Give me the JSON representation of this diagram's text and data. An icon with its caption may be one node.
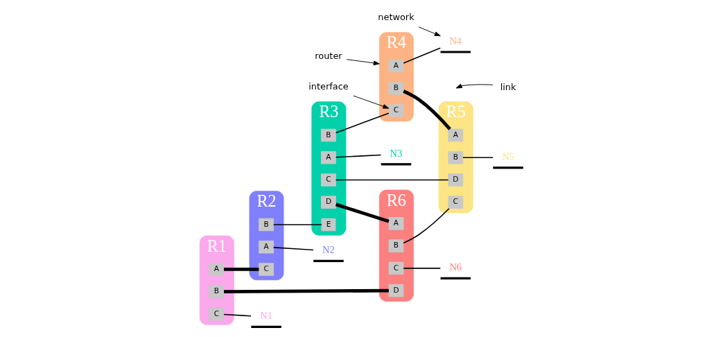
{
  "diagram": {
    "nodes": [
      {
        "text": [
          "R1"
        ]
      },
      {
        "text": [
          "A"
        ],
        "in": 0
      },
      {
        "text": [
          "B"
        ],
        "in": 0
      },
      {
        "text": [
          "C"
        ],
        "in": 0
      },
      {
        "text": [
          "R2"
        ]
      },
      {
        "text": [
          "A"
        ],
        "in": 4
      },
      {
        "text": [
          "B"
        ],
        "in": 4
      },
      {
        "text": [
          "C"
        ],
        "in": 4
      },
      {
        "text": [
          "R3"
        ]
      },
      {
        "text": [
          "A"
        ],
        "in": 8
      },
      {
        "text": [
          "B"
        ],
        "in": 8
      },
      {
        "text": [
          "C"
        ],
        "in": 8
      },
      {
        "text": [
          "D"
        ],
        "in": 8
      },
      {
        "text": [
          "E"
        ],
        "in": 8
      },
      {
        "text": [
          "R4"
        ]
      },
      {
        "text": [
          "A"
        ],
        "in": 14
      },
      {
        "text": [
          "B"
        ],
        "in": 14
      },
      {
        "text": [
          "C"
        ],
        "in": 14
      },
      {
        "text": [
          "R5"
        ]
      },
      {
        "text": [
          "A"
        ],
        "in": 18
      },
      {
        "text": [
          "B"
        ],
        "in": 18
      },
      {
        "text": [
          "C"
        ],
        "in": 18
      },
      {
        "text": [
          "D"
        ],
        "in": 18
      },
      {
        "text": [
          "R6"
        ]
      },
      {
        "text": [
          "A"
        ],
        "in": 23
      },
      {
        "text": [
          "B"
        ],
        "in": 23
      },
      {
        "text": [
          "C"
        ],
        "in": 23
      },
      {
        "text": [
          "D"
        ],
        "in": 23
      },
      {
        "text": [
          "N1"
        ]
      },
      {
        "text": [
          "N2"
        ]
      },
      {
        "text": [
          "N3"
        ]
      },
      {
        "text": [
          "N4"
        ]
      },
      {
        "text": [
          "N5"
        ]
      },
      {
        "text": [
          "N6"
        ]
      },
      {
        "text": [
          "interface"
        ]
      },
      {
        "text": [
          "router"
        ]
      },
      {
        "text": [
          "network"
        ]
      },
      {
        "text": [
          "link"
        ]
      }
    ],
    "edges": [
      {
        "from": 1,
        "to": 7,
        "arrow": "none",
        "style": "thick"
      },
      {
        "from": 2,
        "to": 27,
        "arrow": "none",
        "style": "thick"
      },
      {
        "from": 3,
        "to": 28,
        "arrow": "none"
      },
      {
        "from": 5,
        "to": 29,
        "arrow": "none"
      },
      {
        "from": 6,
        "to": 13,
        "arrow": "none"
      },
      {
        "from": 9,
        "to": 30,
        "arrow": "none"
      },
      {
        "from": 10,
        "to": 17,
        "arrow": "none"
      },
      {
        "from": 11,
        "to": 22,
        "arrow": "none"
      },
      {
        "from": 12,
        "to": 24,
        "arrow": "none",
        "style": "thick"
      },
      {
        "from": 15,
        "to": 31,
        "arrow": "none"
      },
      {
        "from": 16,
        "to": 19,
        "arrow": "none",
        "style": "thick"
      },
      {
        "from": 20,
        "to": 32,
        "arrow": "none"
      },
      {
        "from": 25,
        "to": 21,
        "arrow": "none"
      },
      {
        "from": 26,
        "to": 33,
        "arrow": "none"
      },
      {
        "from": 34,
        "to": 17,
        "arrow": "to"
      },
      {
        "from": 35,
        "to": 14,
        "arrow": "to"
      },
      {
        "from": 36,
        "to": 31,
        "arrow": "to"
      },
      {
        "from": 37,
        "to": null,
        "arrow": "to"
      }
    ]
  }
}
